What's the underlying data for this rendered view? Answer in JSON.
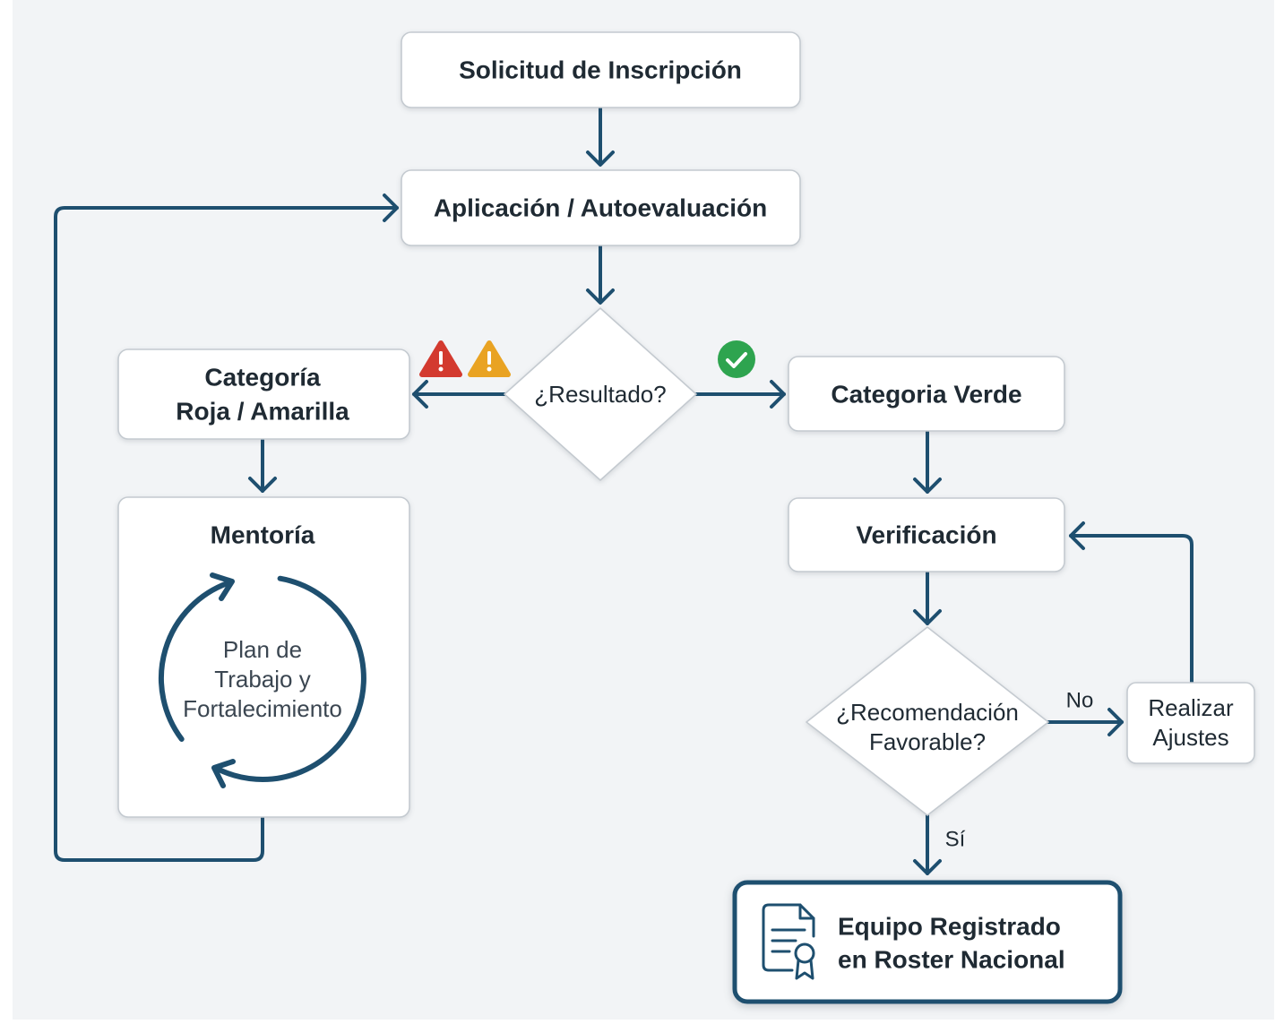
{
  "diagram": {
    "solicitud": {
      "label": "Solicitud de Inscripción"
    },
    "aplicacion": {
      "label": "Aplicación / Autoevaluación"
    },
    "resultado": {
      "label": "¿Resultado?"
    },
    "roja_amarilla": {
      "lines": [
        "Categoría",
        "Roja / Amarilla"
      ],
      "icons": [
        "warning-red-icon",
        "warning-orange-icon"
      ]
    },
    "verde": {
      "label": "Categoria Verde",
      "icon": "check-circle-icon"
    },
    "mentoria": {
      "title": "Mentoría",
      "cycle_lines": [
        "Plan de",
        "Trabajo y",
        "Fortalecimiento"
      ],
      "icon": "cycle-arrows-icon"
    },
    "verificacion": {
      "label": "Verificación"
    },
    "recomendacion": {
      "lines": [
        "¿Recomendación",
        "Favorable?"
      ]
    },
    "ajustes": {
      "lines": [
        "Realizar",
        "Ajustes"
      ]
    },
    "equipo": {
      "lines": [
        "Equipo Registrado",
        "en Roster Nacional"
      ],
      "icon": "certificate-icon"
    },
    "edge_labels": {
      "no": "No",
      "si": "Sí"
    }
  },
  "colors": {
    "arrow": "#1e4f6f",
    "node_border": "#c4cad0",
    "background": "#f2f4f6",
    "text": "#1f2a33",
    "cycle_text": "#3b4651",
    "warning_red": "#d33a2f",
    "warning_orange": "#e9a323",
    "check_green": "#2ea44f"
  }
}
